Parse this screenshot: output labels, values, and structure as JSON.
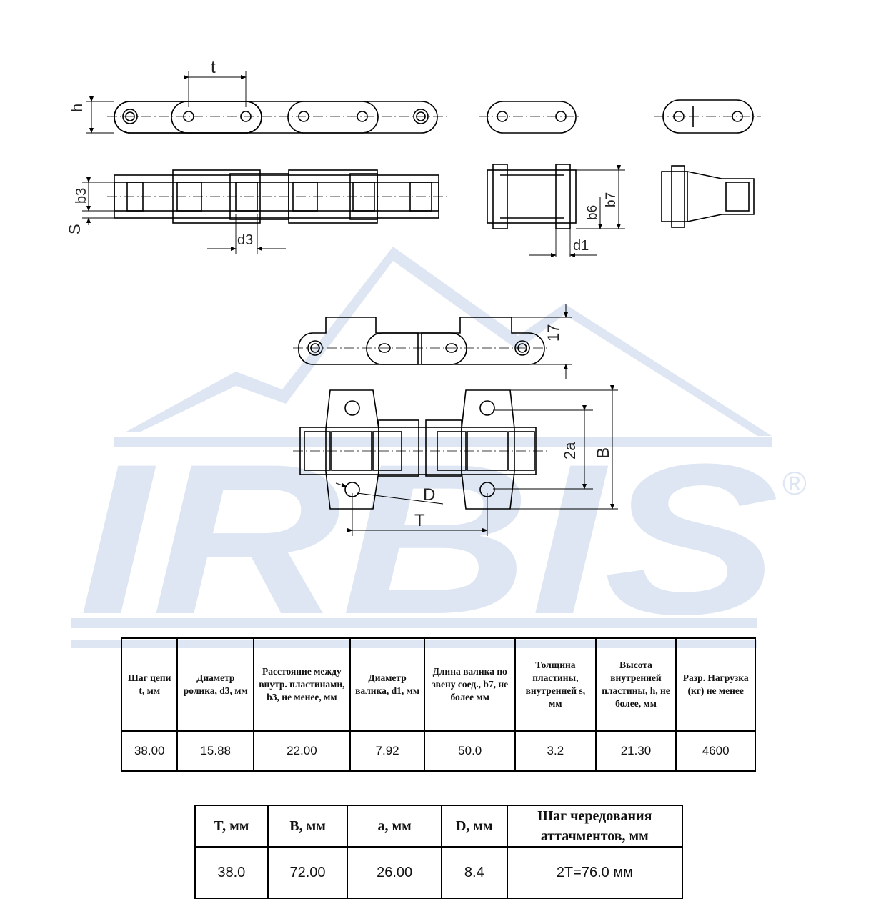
{
  "logo": {
    "text": "IRBIS",
    "registered": "®",
    "color": "#dde6f2"
  },
  "drawing_labels": {
    "t": "t",
    "h": "h",
    "b3": "b3",
    "s": "S",
    "d3": "d3",
    "b6": "b6",
    "b7": "b7",
    "d1": "d1",
    "h17": "17",
    "two_a": "2a",
    "B": "B",
    "D": "D",
    "T": "T"
  },
  "table1": {
    "headers": [
      "Шаг цепи t, мм",
      "Диаметр ролика, d3, мм",
      "Расстояние между внутр. пластинами, b3, не менее, мм",
      "Диаметр валика, d1, мм",
      "Длина валика по звену соед., b7, не более мм",
      "Толщина пластины, внутренней s, мм",
      "Высота внутренней пластины, h, не более, мм",
      "Разр. Нагрузка (кг) не менее"
    ],
    "values": [
      "38.00",
      "15.88",
      "22.00",
      "7.92",
      "50.0",
      "3.2",
      "21.30",
      "4600"
    ]
  },
  "table2": {
    "headers": [
      "T, мм",
      "B, мм",
      "a, мм",
      "D, мм",
      "Шаг чередования аттачментов, мм"
    ],
    "values": [
      "38.0",
      "72.00",
      "26.00",
      "8.4",
      "2T=76.0 мм"
    ]
  }
}
